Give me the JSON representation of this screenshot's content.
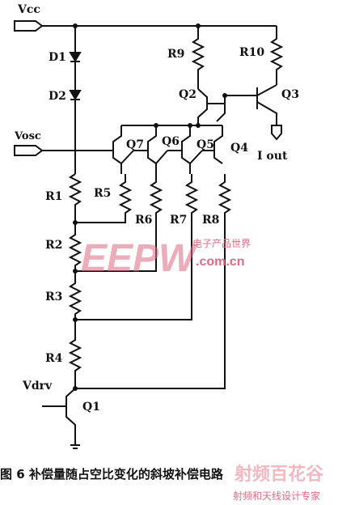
{
  "circuit": {
    "labels": {
      "vcc": "Vcc",
      "vosc": "Vosc",
      "vdrv": "Vdrv",
      "iout": "I out",
      "d1": "D1",
      "d2": "D2",
      "r1": "R1",
      "r2": "R2",
      "r3": "R3",
      "r4": "R4",
      "r5": "R5",
      "r6": "R6",
      "r7": "R7",
      "r8": "R8",
      "r9": "R9",
      "r10": "R10",
      "q1": "Q1",
      "q2": "Q2",
      "q3": "Q3",
      "q4": "Q4",
      "q5": "Q5",
      "q6": "Q6",
      "q7": "Q7"
    }
  },
  "caption": "图 6   补偿量随占空比变化的斜坡补偿电路",
  "watermark": {
    "logo": "EEPW",
    "tagline": "电子产品世界",
    "domain": ".com.cn"
  },
  "brand": {
    "name": "射频百花谷",
    "tagline": "射频和天线设计专家"
  },
  "colors": {
    "ink": "#111111",
    "watermark": "#e06a80"
  }
}
